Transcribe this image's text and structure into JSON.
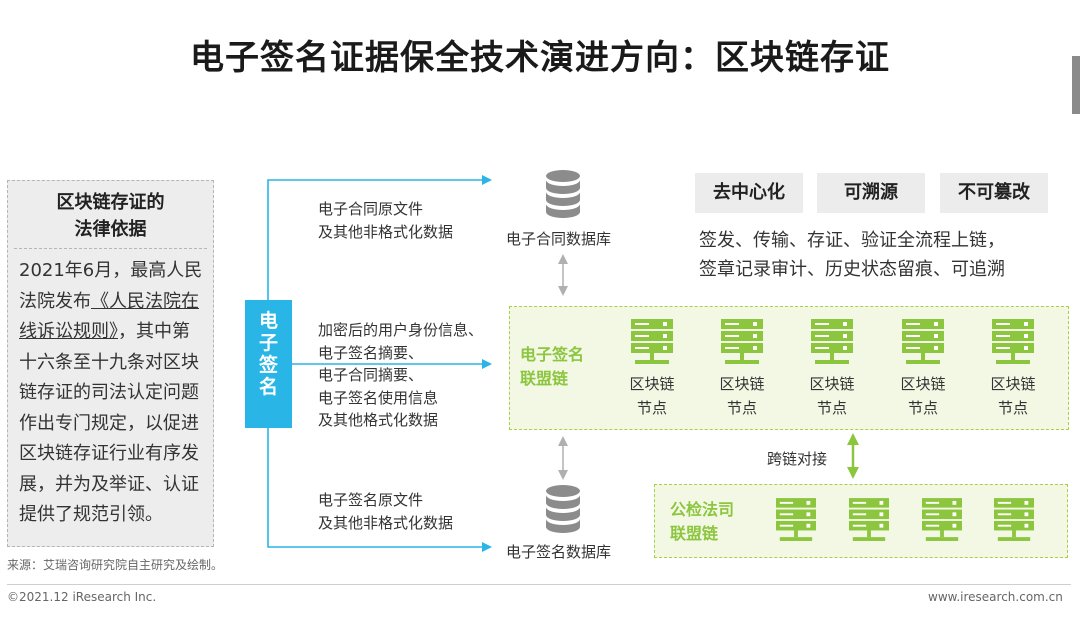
{
  "title": "电子签名证据保全技术演进方向：区块链存证",
  "legal": {
    "title_line1": "区块链存证的",
    "title_line2": "法律依据",
    "body_before": "2021年6月，最高人民法院发布",
    "body_underlined": "《人民法院在线诉讼规则》",
    "body_after": "，其中第十六条至十九条对区块链存证的司法认定问题作出专门规定，以促进区块链存证行业有序发展，并为及举证、认证提供了规范引领。"
  },
  "esign_label": "电子签名",
  "flows": {
    "top_line1": "电子合同原文件",
    "top_line2": "及其他非格式化数据",
    "mid_lines": [
      "加密后的用户身份信息、",
      "电子签名摘要、",
      "电子合同摘要、",
      "电子签名使用信息",
      "及其他格式化数据"
    ],
    "bottom_line1": "电子签名原文件",
    "bottom_line2": "及其他非格式化数据"
  },
  "databases": {
    "contract": "电子合同数据库",
    "signature": "电子签名数据库"
  },
  "esign_chain": {
    "label_line1": "电子签名",
    "label_line2": "联盟链",
    "node_line1": "区块链",
    "node_line2": "节点"
  },
  "court_chain": {
    "label_line1": "公检法司",
    "label_line2": "联盟链"
  },
  "features": [
    "去中心化",
    "可溯源",
    "不可篡改"
  ],
  "features_desc_line1": "签发、传输、存证、验证全流程上链，",
  "features_desc_line2": "签章记录审计、历史状态留痕、可追溯",
  "cross_chain": "跨链对接",
  "source": "来源：艾瑞咨询研究院自主研究及绘制。",
  "footer_left": "©2021.12 iResearch Inc.",
  "footer_right": "www.iresearch.com.cn",
  "colors": {
    "accent_blue": "#29b6e6",
    "accent_green": "#8cc63f",
    "db_gray": "#8c8c8c"
  }
}
